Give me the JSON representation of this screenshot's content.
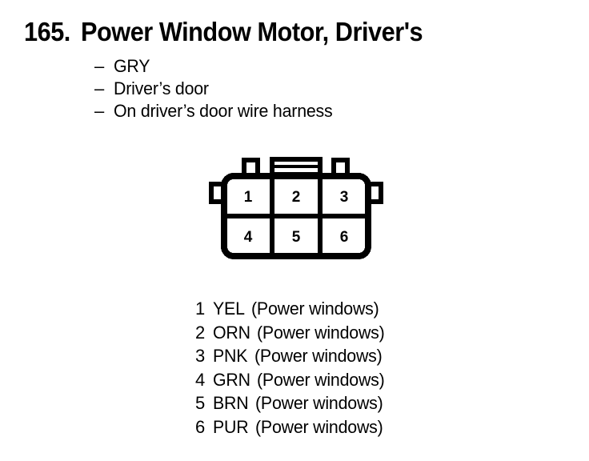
{
  "page": {
    "background_color": "#ffffff",
    "ink_color": "#000000"
  },
  "header": {
    "number": "165.",
    "title": "Power Window Motor, Driver's"
  },
  "attributes": {
    "bullet_marker": "–",
    "items": [
      {
        "label": "GRY"
      },
      {
        "label": "Driver’s door"
      },
      {
        "label": "On driver’s door wire harness"
      }
    ]
  },
  "connector": {
    "name": "6-way connector",
    "rows": 2,
    "columns": 3,
    "cavities": [
      {
        "number": "1",
        "row": 0,
        "column": 0
      },
      {
        "number": "2",
        "row": 0,
        "column": 1
      },
      {
        "number": "3",
        "row": 0,
        "column": 2
      },
      {
        "number": "4",
        "row": 1,
        "column": 0
      },
      {
        "number": "5",
        "row": 1,
        "column": 1
      },
      {
        "number": "6",
        "row": 1,
        "column": 2
      }
    ],
    "features": {
      "top_left_tab": "square-latch-tab",
      "top_center_tab": "slotted-lock-tab",
      "top_right_tab": "square-latch-tab",
      "left_ear": "side-keying-ear",
      "right_ear": "side-keying-ear"
    }
  },
  "pin_legend": {
    "rows": [
      {
        "pin": "1",
        "color": "YEL",
        "circuit": "(Power windows)"
      },
      {
        "pin": "2",
        "color": "ORN",
        "circuit": "(Power windows)"
      },
      {
        "pin": "3",
        "color": "PNK",
        "circuit": "(Power windows)"
      },
      {
        "pin": "4",
        "color": "GRN",
        "circuit": "(Power windows)"
      },
      {
        "pin": "5",
        "color": "BRN",
        "circuit": "(Power windows)"
      },
      {
        "pin": "6",
        "color": "PUR",
        "circuit": "(Power windows)"
      }
    ]
  }
}
